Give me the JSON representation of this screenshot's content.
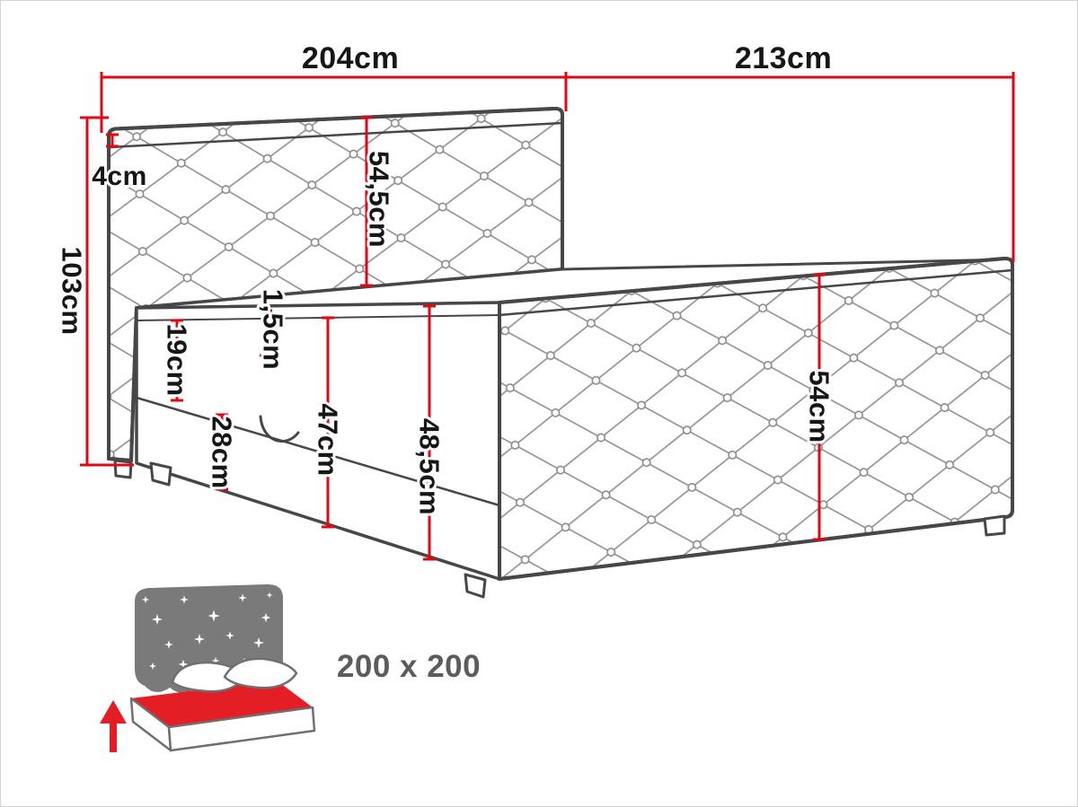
{
  "measurements": {
    "width_top": "204cm",
    "length_top": "213cm",
    "headboard_edge": "4cm",
    "height_total": "103cm",
    "headboard_panel": "54,5cm",
    "mattress_gap": "1,5cm",
    "upper_box": "19cm",
    "lower_box": "28cm",
    "side_front": "47cm",
    "side_total": "48,5cm",
    "side_panel": "54cm"
  },
  "icon": {
    "size_label": "200 x 200"
  },
  "colors": {
    "dimension_red": "#e30613",
    "outline_gray": "#474747",
    "label_black": "#161616",
    "badge_gray": "#5c5c5c",
    "icon_gray": "#7a7a7a",
    "icon_red": "#e31e24"
  }
}
